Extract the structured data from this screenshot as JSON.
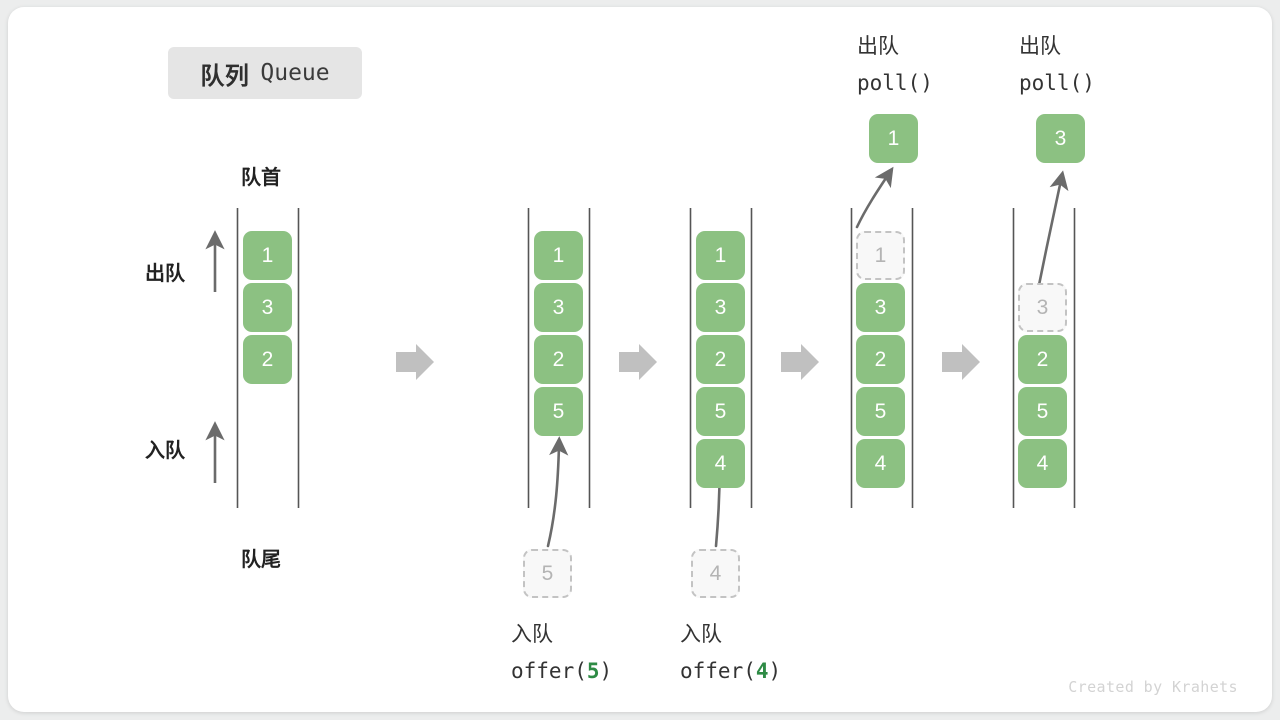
{
  "title": {
    "cn": "队列",
    "en": "Queue"
  },
  "labels": {
    "front": "队首",
    "rear": "队尾",
    "dequeue": "出队",
    "enqueue": "入队"
  },
  "credit": "Created by Krahets",
  "colors": {
    "element_fill": "#8cc182",
    "element_text": "#ffffff",
    "ghost_fill": "#f8f8f8",
    "ghost_border": "#c3c3c3",
    "ghost_text": "#b4b4b4",
    "arrow": "#6b6b6b",
    "step_arrow": "#c0c0c0",
    "rail": "#555555",
    "badge_bg": "#e5e5e5",
    "accent_value": "#2e8b45",
    "card_bg": "#ffffff",
    "page_bg": "#eceded"
  },
  "steps": [
    {
      "id": "initial",
      "queue": [
        "1",
        "3",
        "2"
      ],
      "side_labels": {
        "top": "出队",
        "bottom": "入队"
      },
      "header": null,
      "caption": null,
      "incoming": null,
      "outgoing": null,
      "ghost_index": null
    },
    {
      "id": "offer-5",
      "queue": [
        "1",
        "3",
        "2",
        "5"
      ],
      "header": null,
      "caption": {
        "cn": "入队",
        "call_prefix": "offer(",
        "value": "5",
        "call_suffix": ")"
      },
      "incoming": "5",
      "outgoing": null,
      "ghost_index": null
    },
    {
      "id": "offer-4",
      "queue": [
        "1",
        "3",
        "2",
        "5",
        "4"
      ],
      "header": null,
      "caption": {
        "cn": "入队",
        "call_prefix": "offer(",
        "value": "4",
        "call_suffix": ")"
      },
      "incoming": "4",
      "outgoing": null,
      "ghost_index": null
    },
    {
      "id": "poll-1",
      "queue": [
        "1",
        "3",
        "2",
        "5",
        "4"
      ],
      "header": {
        "cn": "出队",
        "call": "poll()"
      },
      "caption": null,
      "incoming": null,
      "outgoing": "1",
      "ghost_index": 0
    },
    {
      "id": "poll-3",
      "queue": [
        "3",
        "2",
        "5",
        "4"
      ],
      "header": {
        "cn": "出队",
        "call": "poll()"
      },
      "caption": null,
      "incoming": null,
      "outgoing": "3",
      "ghost_index": 0
    }
  ],
  "cells": {
    "s0": {
      "c0": "1",
      "c1": "3",
      "c2": "2"
    },
    "s1": {
      "c0": "1",
      "c1": "3",
      "c2": "2",
      "c3": "5",
      "ghost": "5"
    },
    "s2": {
      "c0": "1",
      "c1": "3",
      "c2": "2",
      "c3": "5",
      "c4": "4",
      "ghost": "4"
    },
    "s3": {
      "ghost": "1",
      "c1": "3",
      "c2": "2",
      "c3": "5",
      "c4": "4",
      "result": "1"
    },
    "s4": {
      "ghost": "3",
      "c2": "2",
      "c3": "5",
      "c4": "4",
      "result": "3"
    }
  },
  "headers": {
    "s3": {
      "cn": "出队",
      "call": "poll()"
    },
    "s4": {
      "cn": "出队",
      "call": "poll()"
    }
  },
  "captions": {
    "s1": {
      "cn": "入队",
      "pre": "offer(",
      "val": "5",
      "post": ")"
    },
    "s2": {
      "cn": "入队",
      "pre": "offer(",
      "val": "4",
      "post": ")"
    }
  }
}
